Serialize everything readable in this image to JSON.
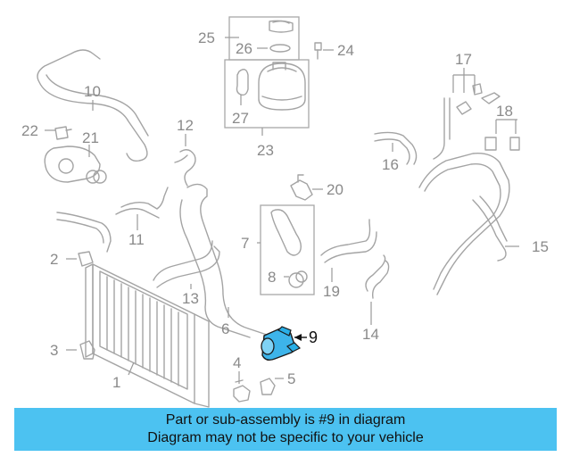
{
  "diagram": {
    "callouts": [
      {
        "id": "c1",
        "label": "1"
      },
      {
        "id": "c2",
        "label": "2"
      },
      {
        "id": "c3",
        "label": "3"
      },
      {
        "id": "c4",
        "label": "4"
      },
      {
        "id": "c5",
        "label": "5"
      },
      {
        "id": "c6",
        "label": "6"
      },
      {
        "id": "c7",
        "label": "7"
      },
      {
        "id": "c8",
        "label": "8"
      },
      {
        "id": "c9",
        "label": "9"
      },
      {
        "id": "c10",
        "label": "10"
      },
      {
        "id": "c11",
        "label": "11"
      },
      {
        "id": "c12",
        "label": "12"
      },
      {
        "id": "c13",
        "label": "13"
      },
      {
        "id": "c14",
        "label": "14"
      },
      {
        "id": "c15",
        "label": "15"
      },
      {
        "id": "c16",
        "label": "16"
      },
      {
        "id": "c17",
        "label": "17"
      },
      {
        "id": "c18",
        "label": "18"
      },
      {
        "id": "c19",
        "label": "19"
      },
      {
        "id": "c20",
        "label": "20"
      },
      {
        "id": "c21",
        "label": "21"
      },
      {
        "id": "c22",
        "label": "22"
      },
      {
        "id": "c23",
        "label": "23"
      },
      {
        "id": "c24",
        "label": "24"
      },
      {
        "id": "c25",
        "label": "25"
      },
      {
        "id": "c26",
        "label": "26"
      },
      {
        "id": "c27",
        "label": "27"
      }
    ],
    "highlight_part": "9",
    "highlight_color": "#29aee6",
    "banner_color": "#4cc2f1"
  },
  "banner": {
    "line1": "Part or sub-assembly is #9 in diagram",
    "line2": "Diagram may not be specific to your vehicle"
  }
}
